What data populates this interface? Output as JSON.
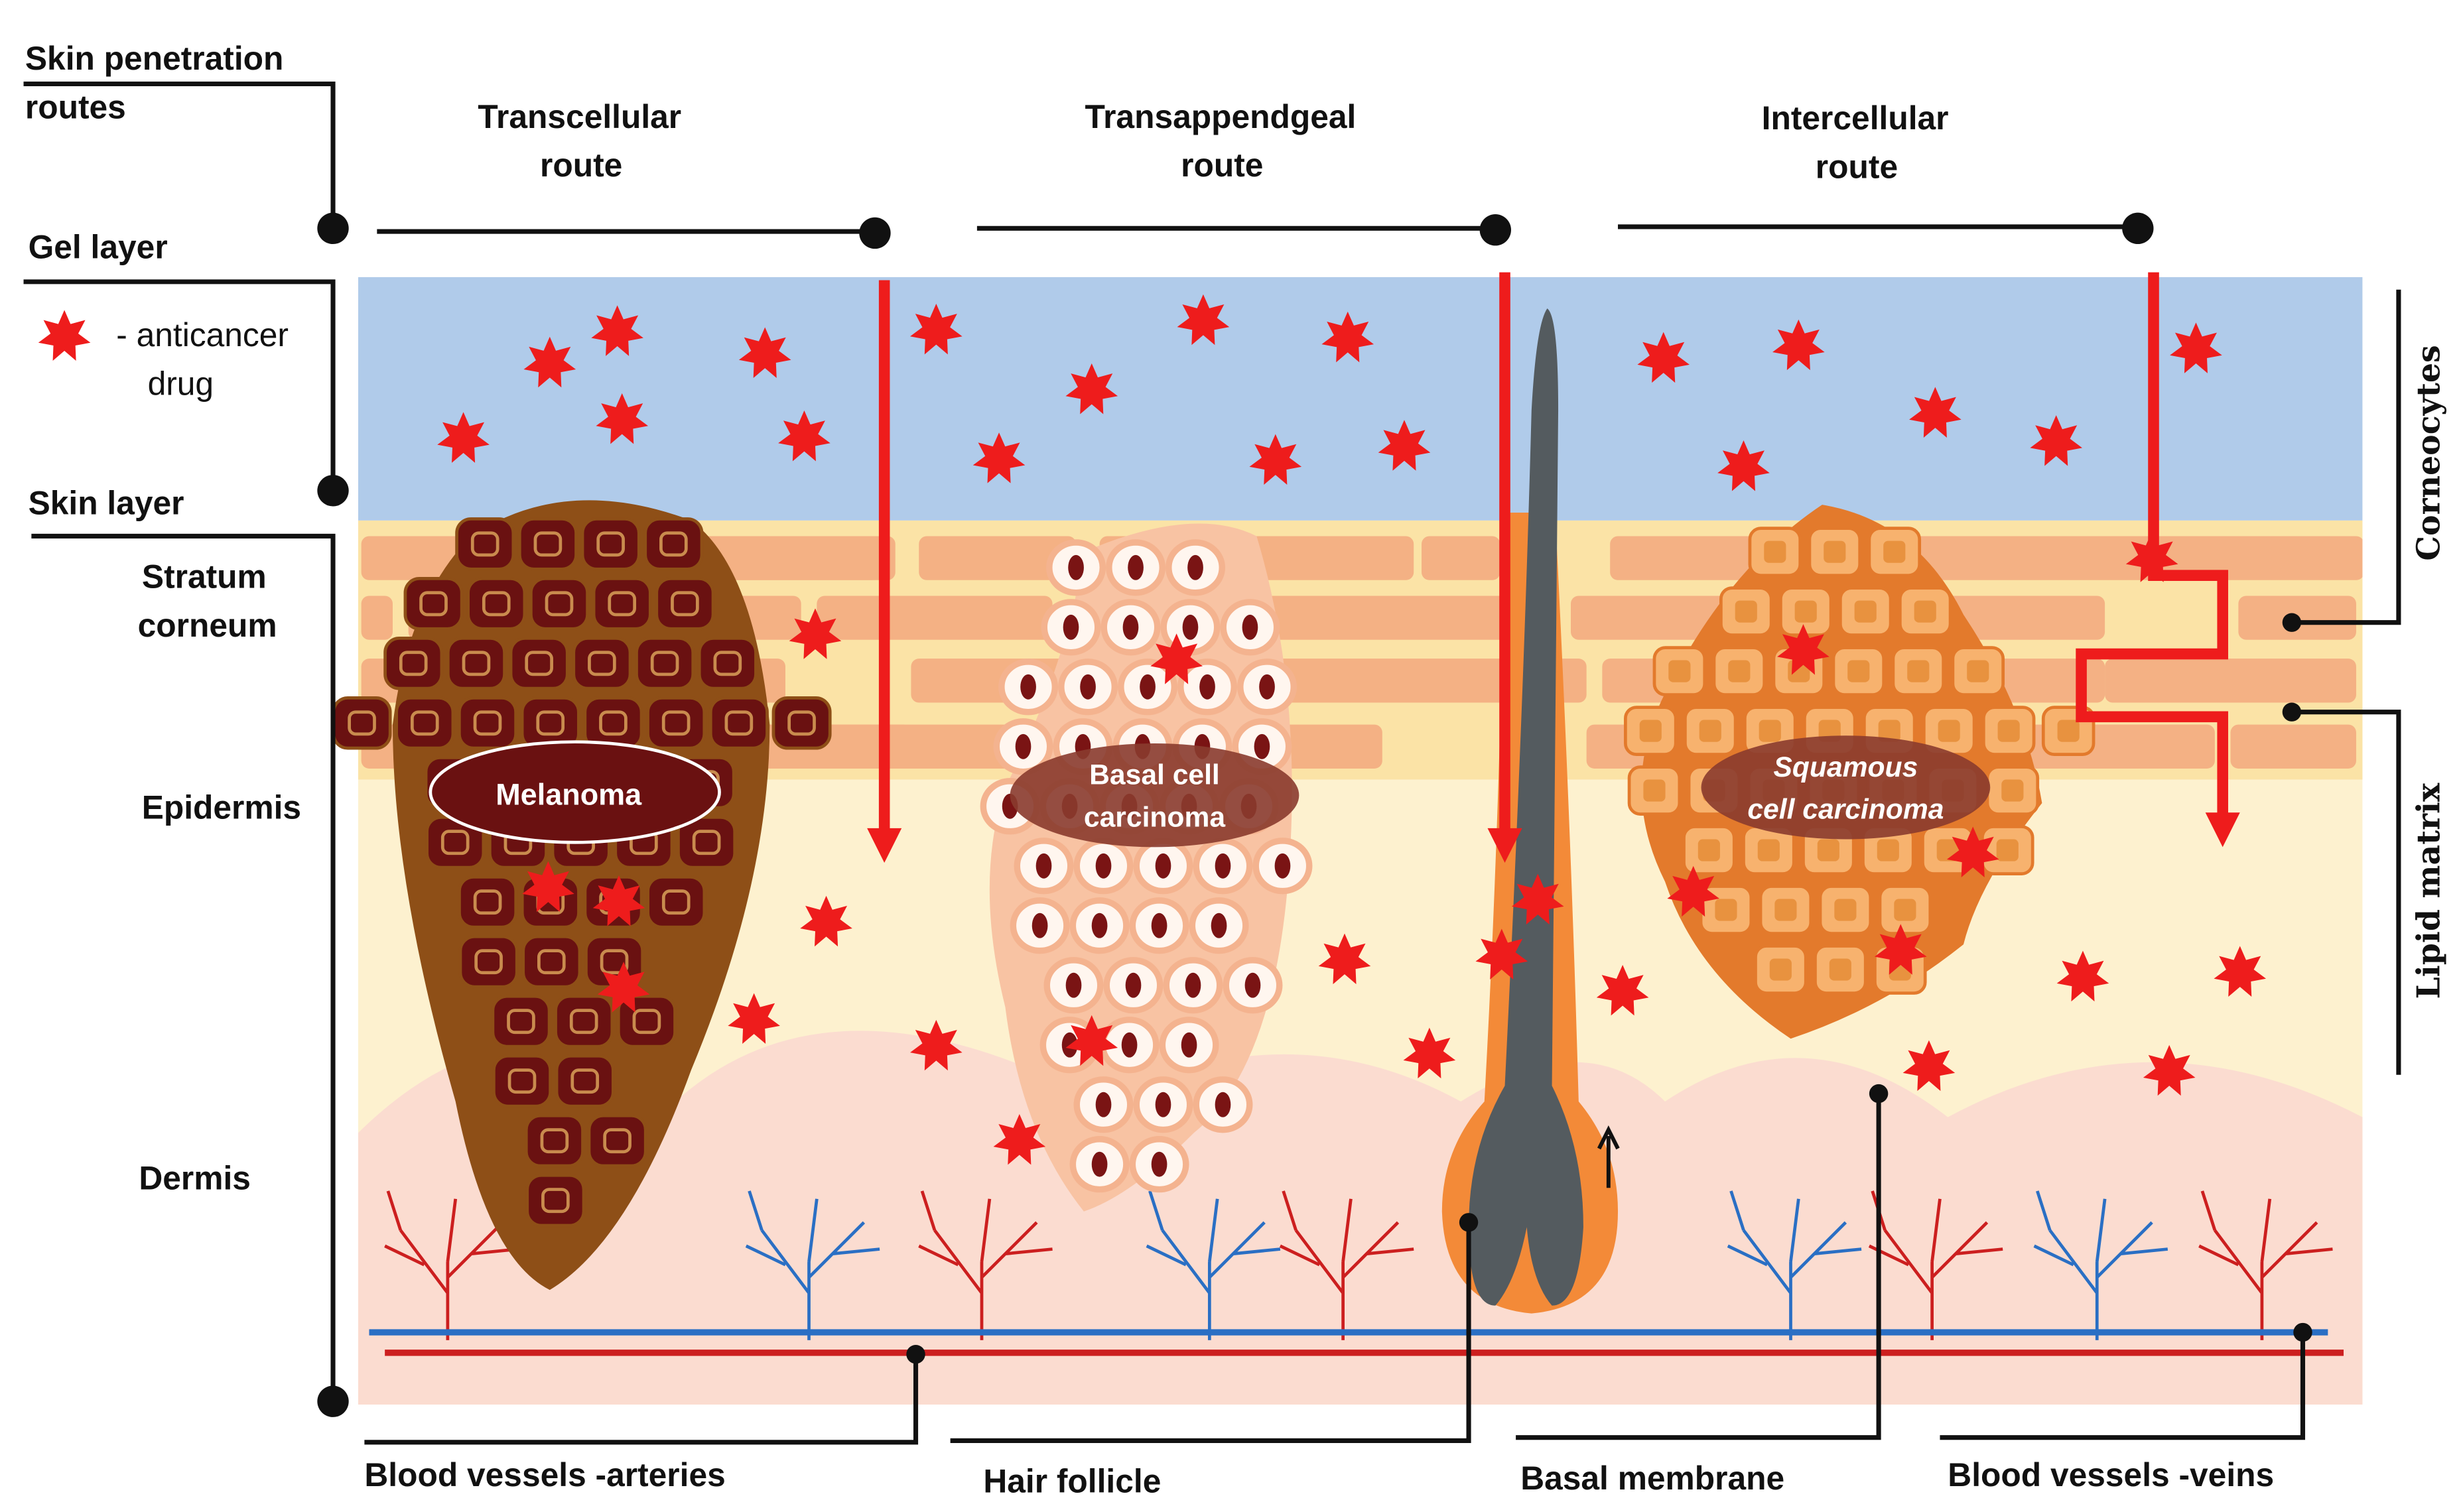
{
  "labels": {
    "skin_penetration_routes": [
      "Skin penetration",
      "routes"
    ],
    "gel_layer": "Gel layer",
    "legend_text": [
      "- anticancer",
      "drug"
    ],
    "skin_layer": "Skin layer",
    "stratum_corneum": [
      "Stratum",
      "corneum"
    ],
    "epidermis": "Epidermis",
    "dermis": "Dermis",
    "corneocytes": "Corneocytes",
    "lipid_matrix": "Lipid matrix"
  },
  "routes": {
    "transcellular": [
      "Transcellular",
      "route"
    ],
    "transappendgeal": [
      "Transappendgeal",
      "route"
    ],
    "intercellular": [
      "Intercellular",
      "route"
    ]
  },
  "tumors": {
    "melanoma": "Melanoma",
    "basal_cell_carcinoma": [
      "Basal cell",
      "carcinoma"
    ],
    "squamous_cell_carcinoma": [
      "Squamous",
      "cell carcinoma"
    ]
  },
  "bottom_labels": {
    "arteries": "Blood vessels -arteries",
    "hair_follicle": "Hair follicle",
    "basal_membrane": "Basal membrane",
    "veins": "Blood vessels -veins"
  },
  "colors": {
    "gel": "#b0cbea",
    "stratum": "#fbe3a6",
    "corneocyte": "#f4b184",
    "epidermis": "#fdf1cf",
    "dermis": "#fbdcd0",
    "drug": "#ee1c1c",
    "melanoma": "#8e4f17",
    "melanoma_cell": "#6a1111",
    "bcc": "#f8c3a3",
    "scc": "#e37a2c",
    "artery": "#cc1f1f",
    "vein": "#2a6fc4",
    "hair": "#545b5f"
  }
}
